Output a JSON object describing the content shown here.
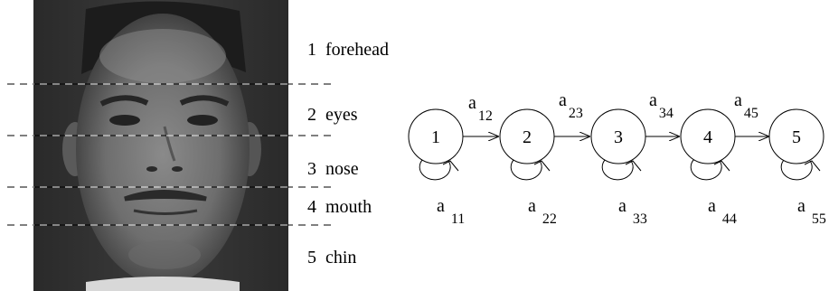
{
  "face_photo": {
    "region_labels": [
      {
        "number": "1",
        "name": "forehead"
      },
      {
        "number": "2",
        "name": "eyes"
      },
      {
        "number": "3",
        "name": "nose"
      },
      {
        "number": "4",
        "name": "mouth"
      },
      {
        "number": "5",
        "name": "chin"
      }
    ]
  },
  "hmm": {
    "states": [
      "1",
      "2",
      "3",
      "4",
      "5"
    ],
    "transitions": [
      {
        "sym": "a",
        "sub": "12"
      },
      {
        "sym": "a",
        "sub": "23"
      },
      {
        "sym": "a",
        "sub": "34"
      },
      {
        "sym": "a",
        "sub": "45"
      }
    ],
    "self_loops": [
      {
        "sym": "a",
        "sub": "11"
      },
      {
        "sym": "a",
        "sub": "22"
      },
      {
        "sym": "a",
        "sub": "33"
      },
      {
        "sym": "a",
        "sub": "44"
      },
      {
        "sym": "a",
        "sub": "55"
      }
    ]
  }
}
